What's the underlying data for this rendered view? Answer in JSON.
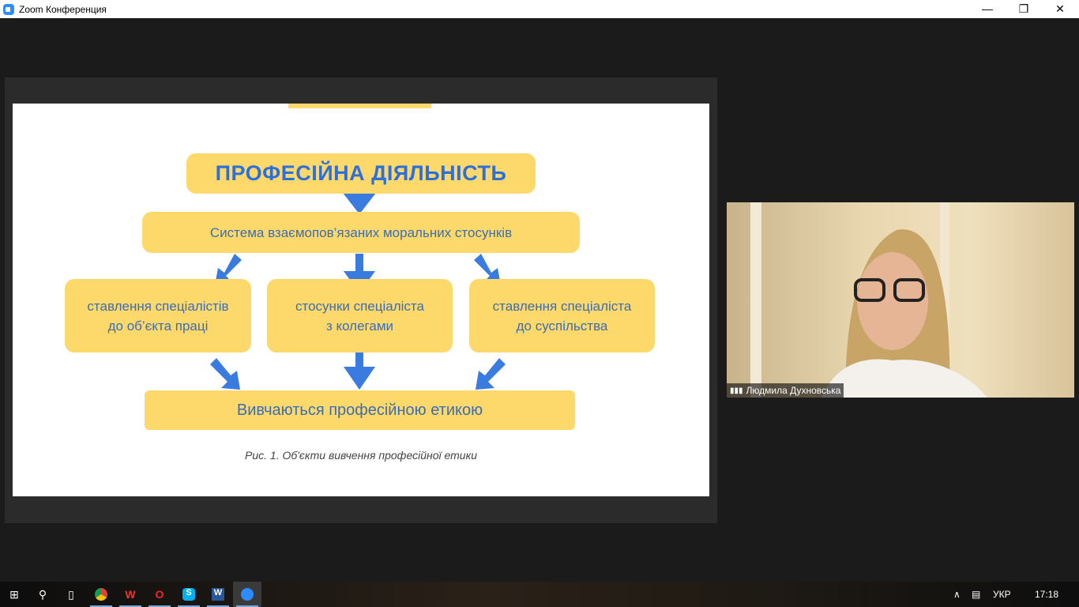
{
  "window": {
    "title": "Zoom Конференция",
    "minimize": "—",
    "restore": "❐",
    "close": "✕"
  },
  "slide": {
    "title": "ПРОФЕСІЙНА ДІЯЛЬНІСТЬ",
    "system": "Система взаємопов’язаних моральних стосунків",
    "boxes": [
      {
        "line1": "ставлення спеціалістів",
        "line2": "до об’єкта праці"
      },
      {
        "line1": "стосунки спеціаліста",
        "line2": "з колегами"
      },
      {
        "line1": "ставлення спеціаліста",
        "line2": "до суспільства"
      }
    ],
    "result": "Вивчаються професійною етикою",
    "caption": "Рис. 1. Об'єкти вивчення професійної етики",
    "colors": {
      "box": "#fdd96b",
      "arrow": "#3a7be0",
      "text": "#3c6db3"
    }
  },
  "participant": {
    "name": "Людмила Духновська"
  },
  "taskbar": {
    "lang": "УКР",
    "time": "17:18"
  }
}
